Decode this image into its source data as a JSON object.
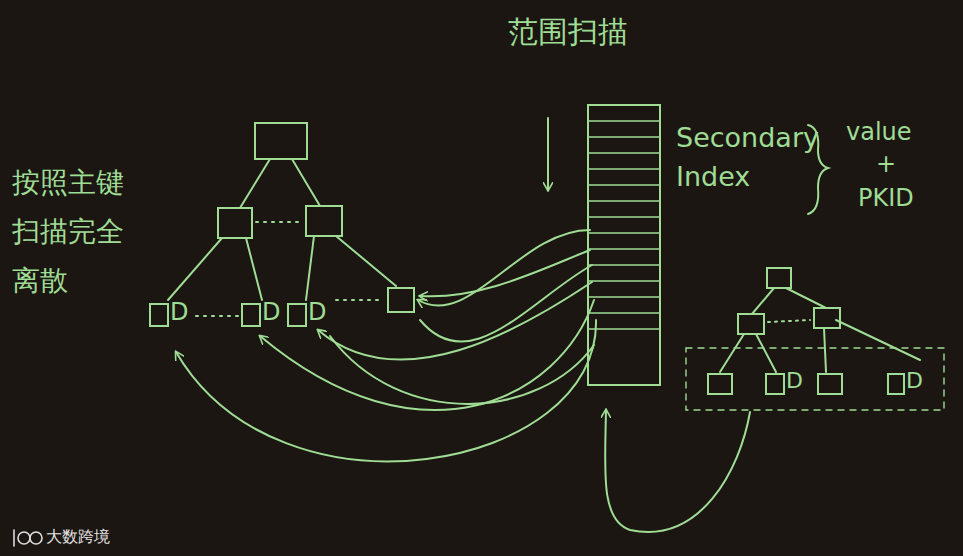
{
  "diagram": {
    "labels": [
      "范围扫描",
      "按照主键 扫描完全 离散",
      "Secondary Index",
      "value",
      "+",
      "PKID",
      "D",
      "D",
      "D",
      "D",
      "D",
      "大数跨境"
    ]
  }
}
